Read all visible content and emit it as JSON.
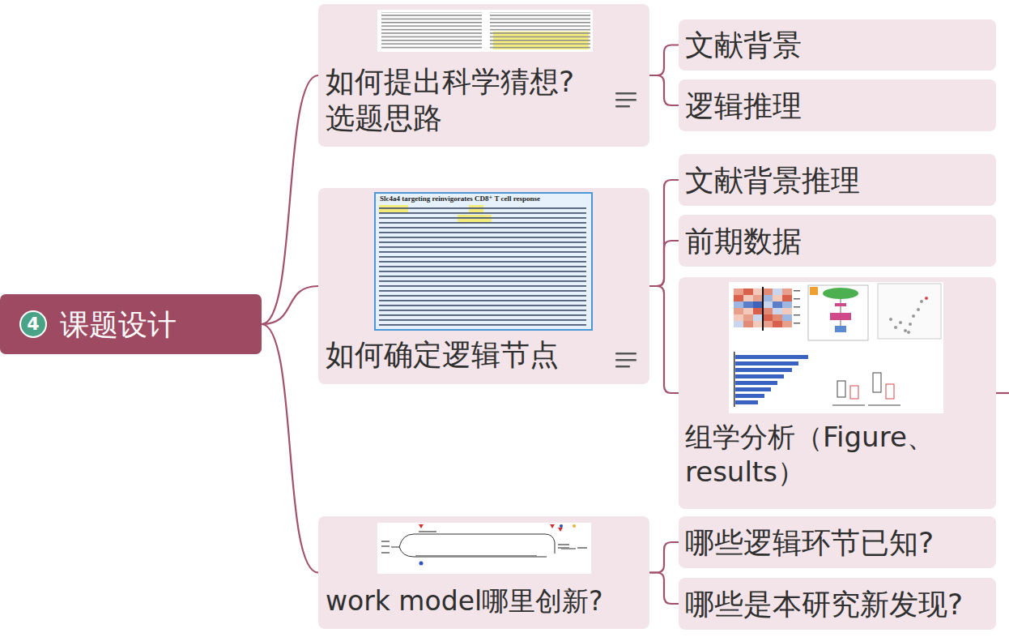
{
  "diagram": {
    "nodes": [
      {
        "text": [
          "4",
          "课题设计"
        ]
      },
      {
        "text": [
          "如何提出科学猜想? 选题思路"
        ]
      },
      {
        "text": [
          "文献背景"
        ]
      },
      {
        "text": [
          "逻辑推理"
        ]
      },
      {
        "text": [
          "如何确定逻辑节点"
        ]
      },
      {
        "text": [
          "文献背景推理"
        ]
      },
      {
        "text": [
          "前期数据"
        ]
      },
      {
        "text": [
          "组学分析（Figure、results）"
        ]
      },
      {
        "text": [
          "work model哪里创新?"
        ]
      },
      {
        "text": [
          "哪些逻辑环节已知?"
        ]
      },
      {
        "text": [
          "哪些是本研究新发现?"
        ]
      }
    ],
    "edges": [
      {
        "from": 0,
        "to": 1,
        "arrow": "none"
      },
      {
        "from": 0,
        "to": 4,
        "arrow": "none"
      },
      {
        "from": 0,
        "to": 8,
        "arrow": "none"
      },
      {
        "from": 1,
        "to": 2,
        "arrow": "none"
      },
      {
        "from": 1,
        "to": 3,
        "arrow": "none"
      },
      {
        "from": 4,
        "to": 5,
        "arrow": "none"
      },
      {
        "from": 4,
        "to": 6,
        "arrow": "none"
      },
      {
        "from": 4,
        "to": 7,
        "arrow": "none"
      },
      {
        "from": 8,
        "to": 9,
        "arrow": "none"
      },
      {
        "from": 8,
        "to": 10,
        "arrow": "none"
      }
    ],
    "labels": [
      "Slc4a4 targeting reinvigorates CD8⁺ T cell response"
    ]
  }
}
